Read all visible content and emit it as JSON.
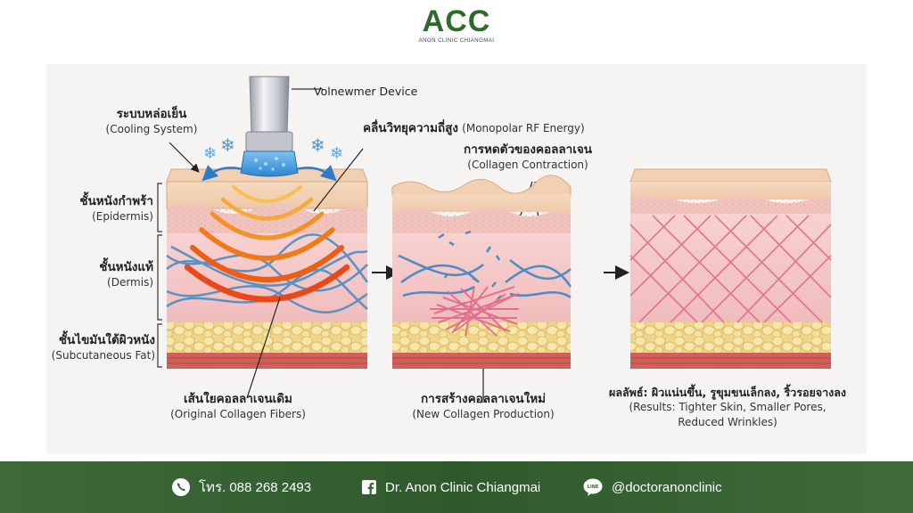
{
  "brand": {
    "logo_text": "ACC",
    "logo_subtitle": "ANON CLINIC CHIANGMAI",
    "green": "#2e6b2a"
  },
  "diagram": {
    "device_label": "Volnewmer Device",
    "cooling": {
      "th": "ระบบหล่อเย็น",
      "en": "(Cooling System)"
    },
    "rf": {
      "th": "คลื่นวิทยุความถี่สูง",
      "en": "(Monopolar RF Energy)"
    },
    "contraction": {
      "th": "การหดตัวของคอลลาเจน",
      "en": "(Collagen Contraction)"
    },
    "epidermis": {
      "th": "ชั้นหนังกำพร้า",
      "en": "(Epidermis)"
    },
    "dermis": {
      "th": "ชั้นหนังแท้",
      "en": "(Dermis)"
    },
    "fat": {
      "th": "ชั้นไขมันใต้ผิวหนัง",
      "en": "(Subcutaneous Fat)"
    },
    "original": {
      "th": "เส้นใยคอลลาเจนเดิม",
      "en": "(Original Collagen Fibers)"
    },
    "new_collagen": {
      "th": "การสร้างคอลลาเจนใหม่",
      "en": "(New Collagen Production)"
    },
    "results": {
      "th": "ผลลัพธ์: ผิวแน่นขึ้น, รูขุมขนเล็กลง, ริ้วรอยจางลง",
      "en1": "(Results: Tighter Skin, Smaller Pores,",
      "en2": "Reduced Wrinkles)"
    },
    "colors": {
      "skin_top": "#f2d3b8",
      "dermis": "#f4c8c8",
      "fat": "#f2dc8a",
      "muscle": "#d8605c",
      "collagen_blue": "#4a8cc4",
      "collagen_pink": "#e06a8a",
      "rf_orange": "#f07a18"
    }
  },
  "footer": {
    "phone_icon": "phone-icon",
    "phone": "โทร. 088 268 2493",
    "facebook_icon": "facebook-icon",
    "facebook": "Dr. Anon Clinic Chiangmai",
    "line_icon": "line-icon",
    "line": "@doctoranonclinic"
  }
}
